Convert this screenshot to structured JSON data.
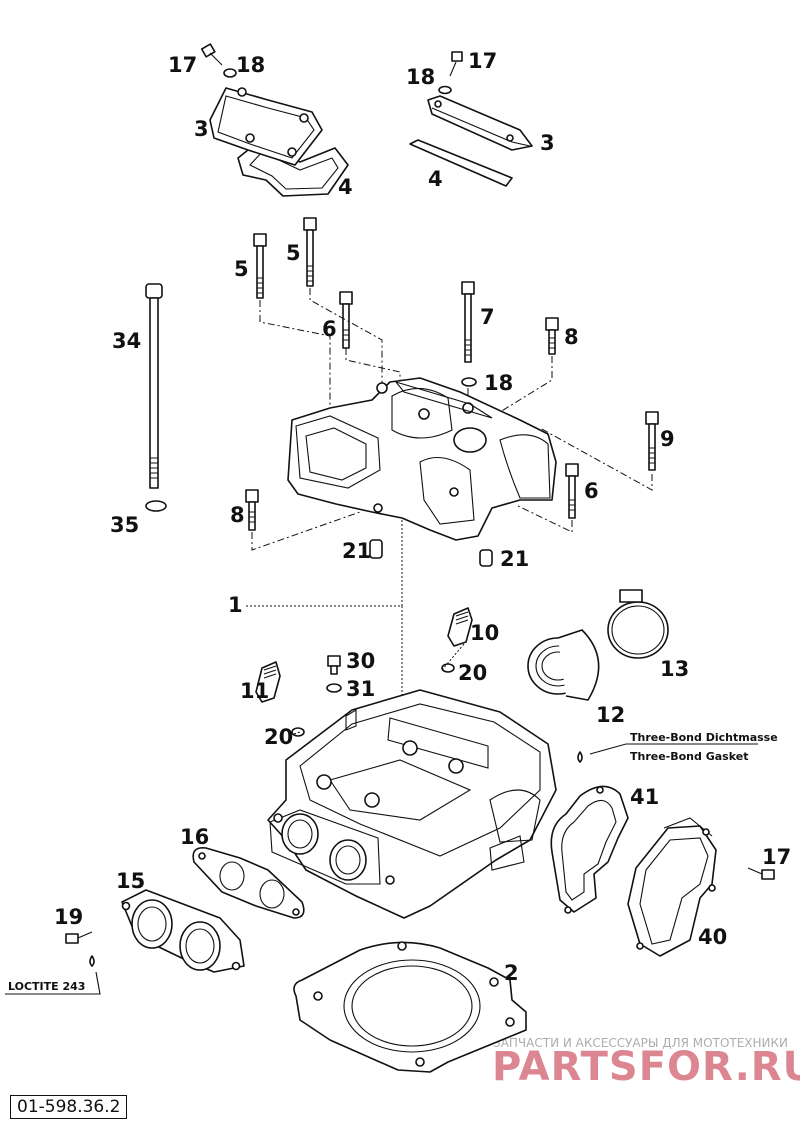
{
  "diagram": {
    "part_number": "01-598.36.2",
    "labels": [
      {
        "id": "l17a",
        "text": "17"
      },
      {
        "id": "l18a",
        "text": "18"
      },
      {
        "id": "l3a",
        "text": "3"
      },
      {
        "id": "l4a",
        "text": "4"
      },
      {
        "id": "l18b",
        "text": "18"
      },
      {
        "id": "l17b",
        "text": "17"
      },
      {
        "id": "l3b",
        "text": "3"
      },
      {
        "id": "l4b",
        "text": "4"
      },
      {
        "id": "l5a",
        "text": "5"
      },
      {
        "id": "l5b",
        "text": "5"
      },
      {
        "id": "l6a",
        "text": "6"
      },
      {
        "id": "l7",
        "text": "7"
      },
      {
        "id": "l8a",
        "text": "8"
      },
      {
        "id": "l18c",
        "text": "18"
      },
      {
        "id": "l9",
        "text": "9"
      },
      {
        "id": "l6b",
        "text": "6"
      },
      {
        "id": "l34",
        "text": "34"
      },
      {
        "id": "l35",
        "text": "35"
      },
      {
        "id": "l8b",
        "text": "8"
      },
      {
        "id": "l21a",
        "text": "21"
      },
      {
        "id": "l21b",
        "text": "21"
      },
      {
        "id": "l1",
        "text": "1"
      },
      {
        "id": "l10",
        "text": "10"
      },
      {
        "id": "l13",
        "text": "13"
      },
      {
        "id": "l30",
        "text": "30"
      },
      {
        "id": "l20a",
        "text": "20"
      },
      {
        "id": "l11",
        "text": "11"
      },
      {
        "id": "l31",
        "text": "31"
      },
      {
        "id": "l12",
        "text": "12"
      },
      {
        "id": "l20b",
        "text": "20"
      },
      {
        "id": "l41",
        "text": "41"
      },
      {
        "id": "l16",
        "text": "16"
      },
      {
        "id": "l15",
        "text": "15"
      },
      {
        "id": "l17c",
        "text": "17"
      },
      {
        "id": "l19",
        "text": "19"
      },
      {
        "id": "l40",
        "text": "40"
      },
      {
        "id": "l2",
        "text": "2"
      }
    ],
    "notes": {
      "three_bond_de": "Three-Bond Dichtmasse",
      "three_bond_en": "Three-Bond Gasket",
      "loctite": "LOCTITE 243"
    }
  },
  "watermark": {
    "tagline": "ЗАПЧАСТИ И АКСЕССУАРЫ ДЛЯ МОТОТЕХНИКИ",
    "brand": "PARTSFOR.RU",
    "color": "#c0243a"
  }
}
